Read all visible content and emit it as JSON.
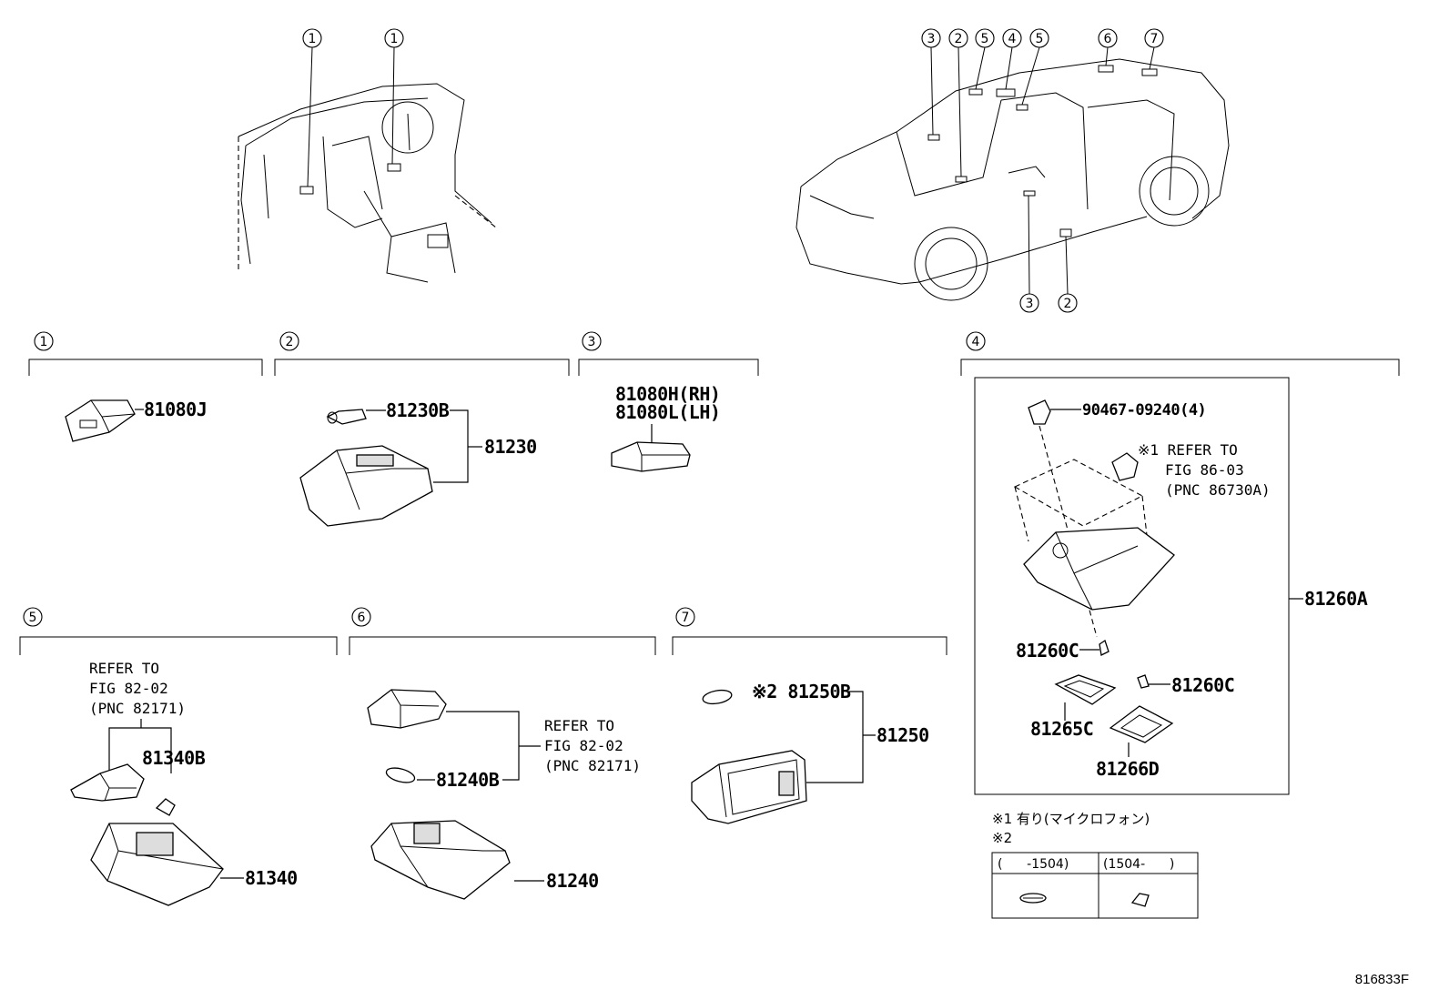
{
  "figure_id": "816833F",
  "callouts": {
    "c1": "1",
    "c2": "2",
    "c3": "3",
    "c4": "4",
    "c5": "5",
    "c6": "6",
    "c7": "7"
  },
  "section1": {
    "parts": [
      "81080J"
    ]
  },
  "section2": {
    "parts": [
      "81230B",
      "81230"
    ]
  },
  "section3": {
    "parts": [
      "81080H(RH)",
      "81080L(LH)"
    ]
  },
  "section4": {
    "parts": [
      "90467-09240(4)",
      "81260A",
      "81260C",
      "81260C",
      "81265C",
      "81266D"
    ],
    "refer": [
      "※1 REFER TO",
      "FIG 86-03",
      "(PNC 86730A)"
    ]
  },
  "section5": {
    "parts": [
      "81340B",
      "81340"
    ],
    "refer": [
      "REFER TO",
      "FIG 82-02",
      "(PNC 82171)"
    ]
  },
  "section6": {
    "parts": [
      "81240B",
      "81240"
    ],
    "refer": [
      "REFER TO",
      "FIG 82-02",
      "(PNC 82171)"
    ]
  },
  "section7": {
    "parts": [
      "※2 81250B",
      "81250"
    ]
  },
  "notes": {
    "note1": "※1 有り(マイクロフォン)",
    "note2": "※2",
    "col1": "(      -1504)",
    "col2": "(1504-      )"
  }
}
